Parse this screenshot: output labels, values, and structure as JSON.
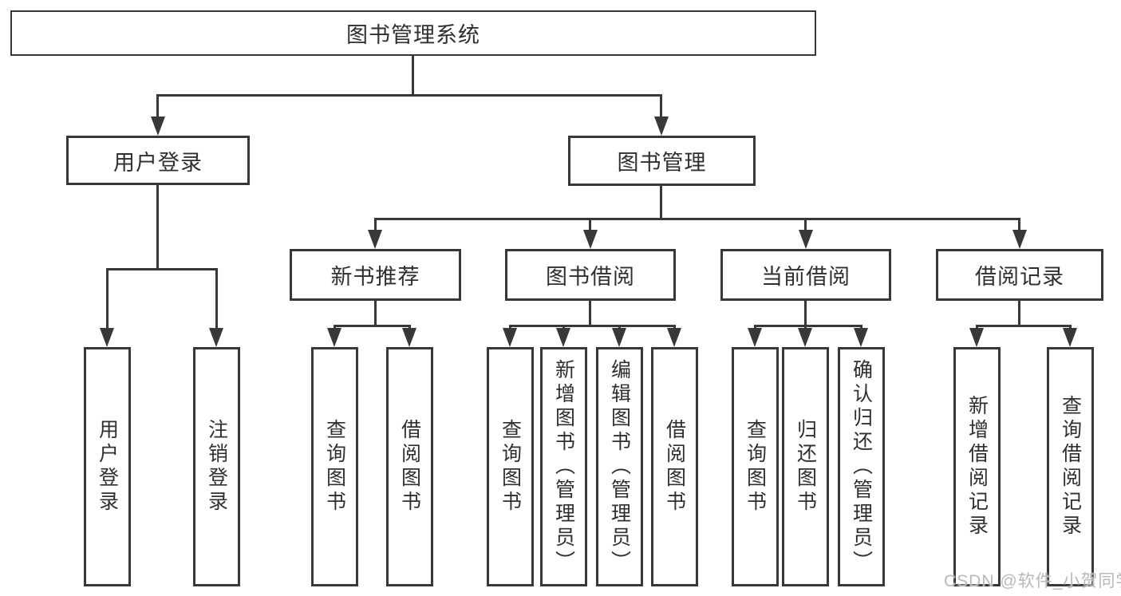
{
  "colors": {
    "line": "#383838",
    "text": "#2f2f2f",
    "watermark": "#b8b8b8",
    "background": "#ffffff"
  },
  "diagram": {
    "root": {
      "label": "图书管理系统"
    },
    "level2": [
      {
        "label": "用户登录"
      },
      {
        "label": "图书管理"
      }
    ],
    "level3": [
      {
        "label": "新书推荐",
        "parent": "图书管理"
      },
      {
        "label": "图书借阅",
        "parent": "图书管理"
      },
      {
        "label": "当前借阅",
        "parent": "图书管理"
      },
      {
        "label": "借阅记录",
        "parent": "图书管理"
      }
    ],
    "leaves": [
      {
        "label": "用户登录",
        "parent": "用户登录"
      },
      {
        "label": "注销登录",
        "parent": "用户登录"
      },
      {
        "label": "查询图书",
        "parent": "新书推荐"
      },
      {
        "label": "借阅图书",
        "parent": "新书推荐"
      },
      {
        "label": "查询图书",
        "parent": "图书借阅"
      },
      {
        "label": "新增图书（管理员）",
        "parent": "图书借阅"
      },
      {
        "label": "编辑图书（管理员）",
        "parent": "图书借阅"
      },
      {
        "label": "借阅图书",
        "parent": "图书借阅"
      },
      {
        "label": "查询图书",
        "parent": "当前借阅"
      },
      {
        "label": "归还图书",
        "parent": "当前借阅"
      },
      {
        "label": "确认归还（管理员）",
        "parent": "当前借阅"
      },
      {
        "label": "新增借阅记录",
        "parent": "借阅记录"
      },
      {
        "label": "查询借阅记录",
        "parent": "借阅记录"
      }
    ]
  },
  "watermark": {
    "text": "CSDN @软件_小贺同学"
  }
}
